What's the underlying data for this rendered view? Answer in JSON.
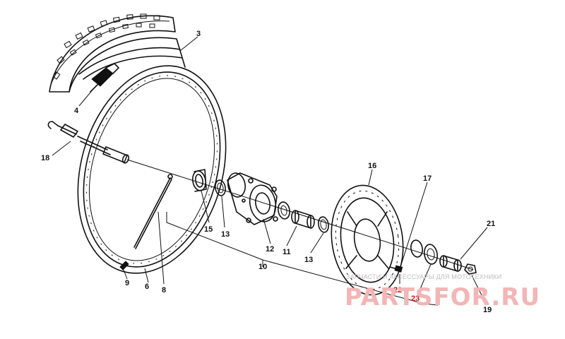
{
  "callouts": {
    "c3": "3",
    "c4": "4",
    "c18": "18",
    "c9": "9",
    "c6": "6",
    "c8": "8",
    "c15": "15",
    "c13a": "13",
    "c12": "12",
    "c11": "11",
    "c10": "10",
    "c13b": "13",
    "c16": "16",
    "c17": "17",
    "c21": "21",
    "c22": "22",
    "c23": "23",
    "c19": "19"
  },
  "watermark": {
    "tagline": "ЗАПЧАСТИ И АКСЕССУАРЫ ДЛЯ МОТОТЕХНИКИ",
    "brand": "PARTSFOR.RU"
  },
  "colors": {
    "ink": "#111111",
    "highlight": "#c0191e",
    "watermark": "#f3b5b5"
  }
}
